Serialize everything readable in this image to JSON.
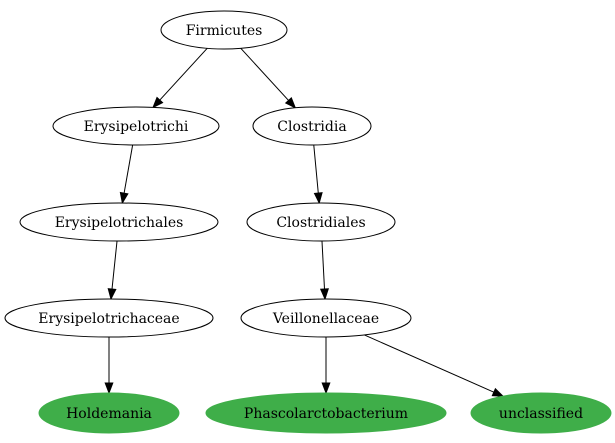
{
  "colors": {
    "leaf_fill": "#3fae49",
    "node_fill": "#ffffff",
    "stroke": "#000000"
  },
  "nodes": [
    {
      "id": "firmicutes",
      "label": "Firmicutes",
      "leaf": false
    },
    {
      "id": "erysipelotrichi",
      "label": "Erysipelotrichi",
      "leaf": false
    },
    {
      "id": "clostridia",
      "label": "Clostridia",
      "leaf": false
    },
    {
      "id": "erysipelotrichales",
      "label": "Erysipelotrichales",
      "leaf": false
    },
    {
      "id": "clostridiales",
      "label": "Clostridiales",
      "leaf": false
    },
    {
      "id": "erysipelotrichaceae",
      "label": "Erysipelotrichaceae",
      "leaf": false
    },
    {
      "id": "veillonellaceae",
      "label": "Veillonellaceae",
      "leaf": false
    },
    {
      "id": "holdemania",
      "label": "Holdemania",
      "leaf": true
    },
    {
      "id": "phascolarctobacterium",
      "label": "Phascolarctobacterium",
      "leaf": true
    },
    {
      "id": "unclassified",
      "label": "unclassified",
      "leaf": true
    }
  ],
  "edges": [
    {
      "from": "firmicutes",
      "to": "erysipelotrichi"
    },
    {
      "from": "firmicutes",
      "to": "clostridia"
    },
    {
      "from": "erysipelotrichi",
      "to": "erysipelotrichales"
    },
    {
      "from": "clostridia",
      "to": "clostridiales"
    },
    {
      "from": "erysipelotrichales",
      "to": "erysipelotrichaceae"
    },
    {
      "from": "clostridiales",
      "to": "veillonellaceae"
    },
    {
      "from": "erysipelotrichaceae",
      "to": "holdemania"
    },
    {
      "from": "veillonellaceae",
      "to": "phascolarctobacterium"
    },
    {
      "from": "veillonellaceae",
      "to": "unclassified"
    }
  ]
}
